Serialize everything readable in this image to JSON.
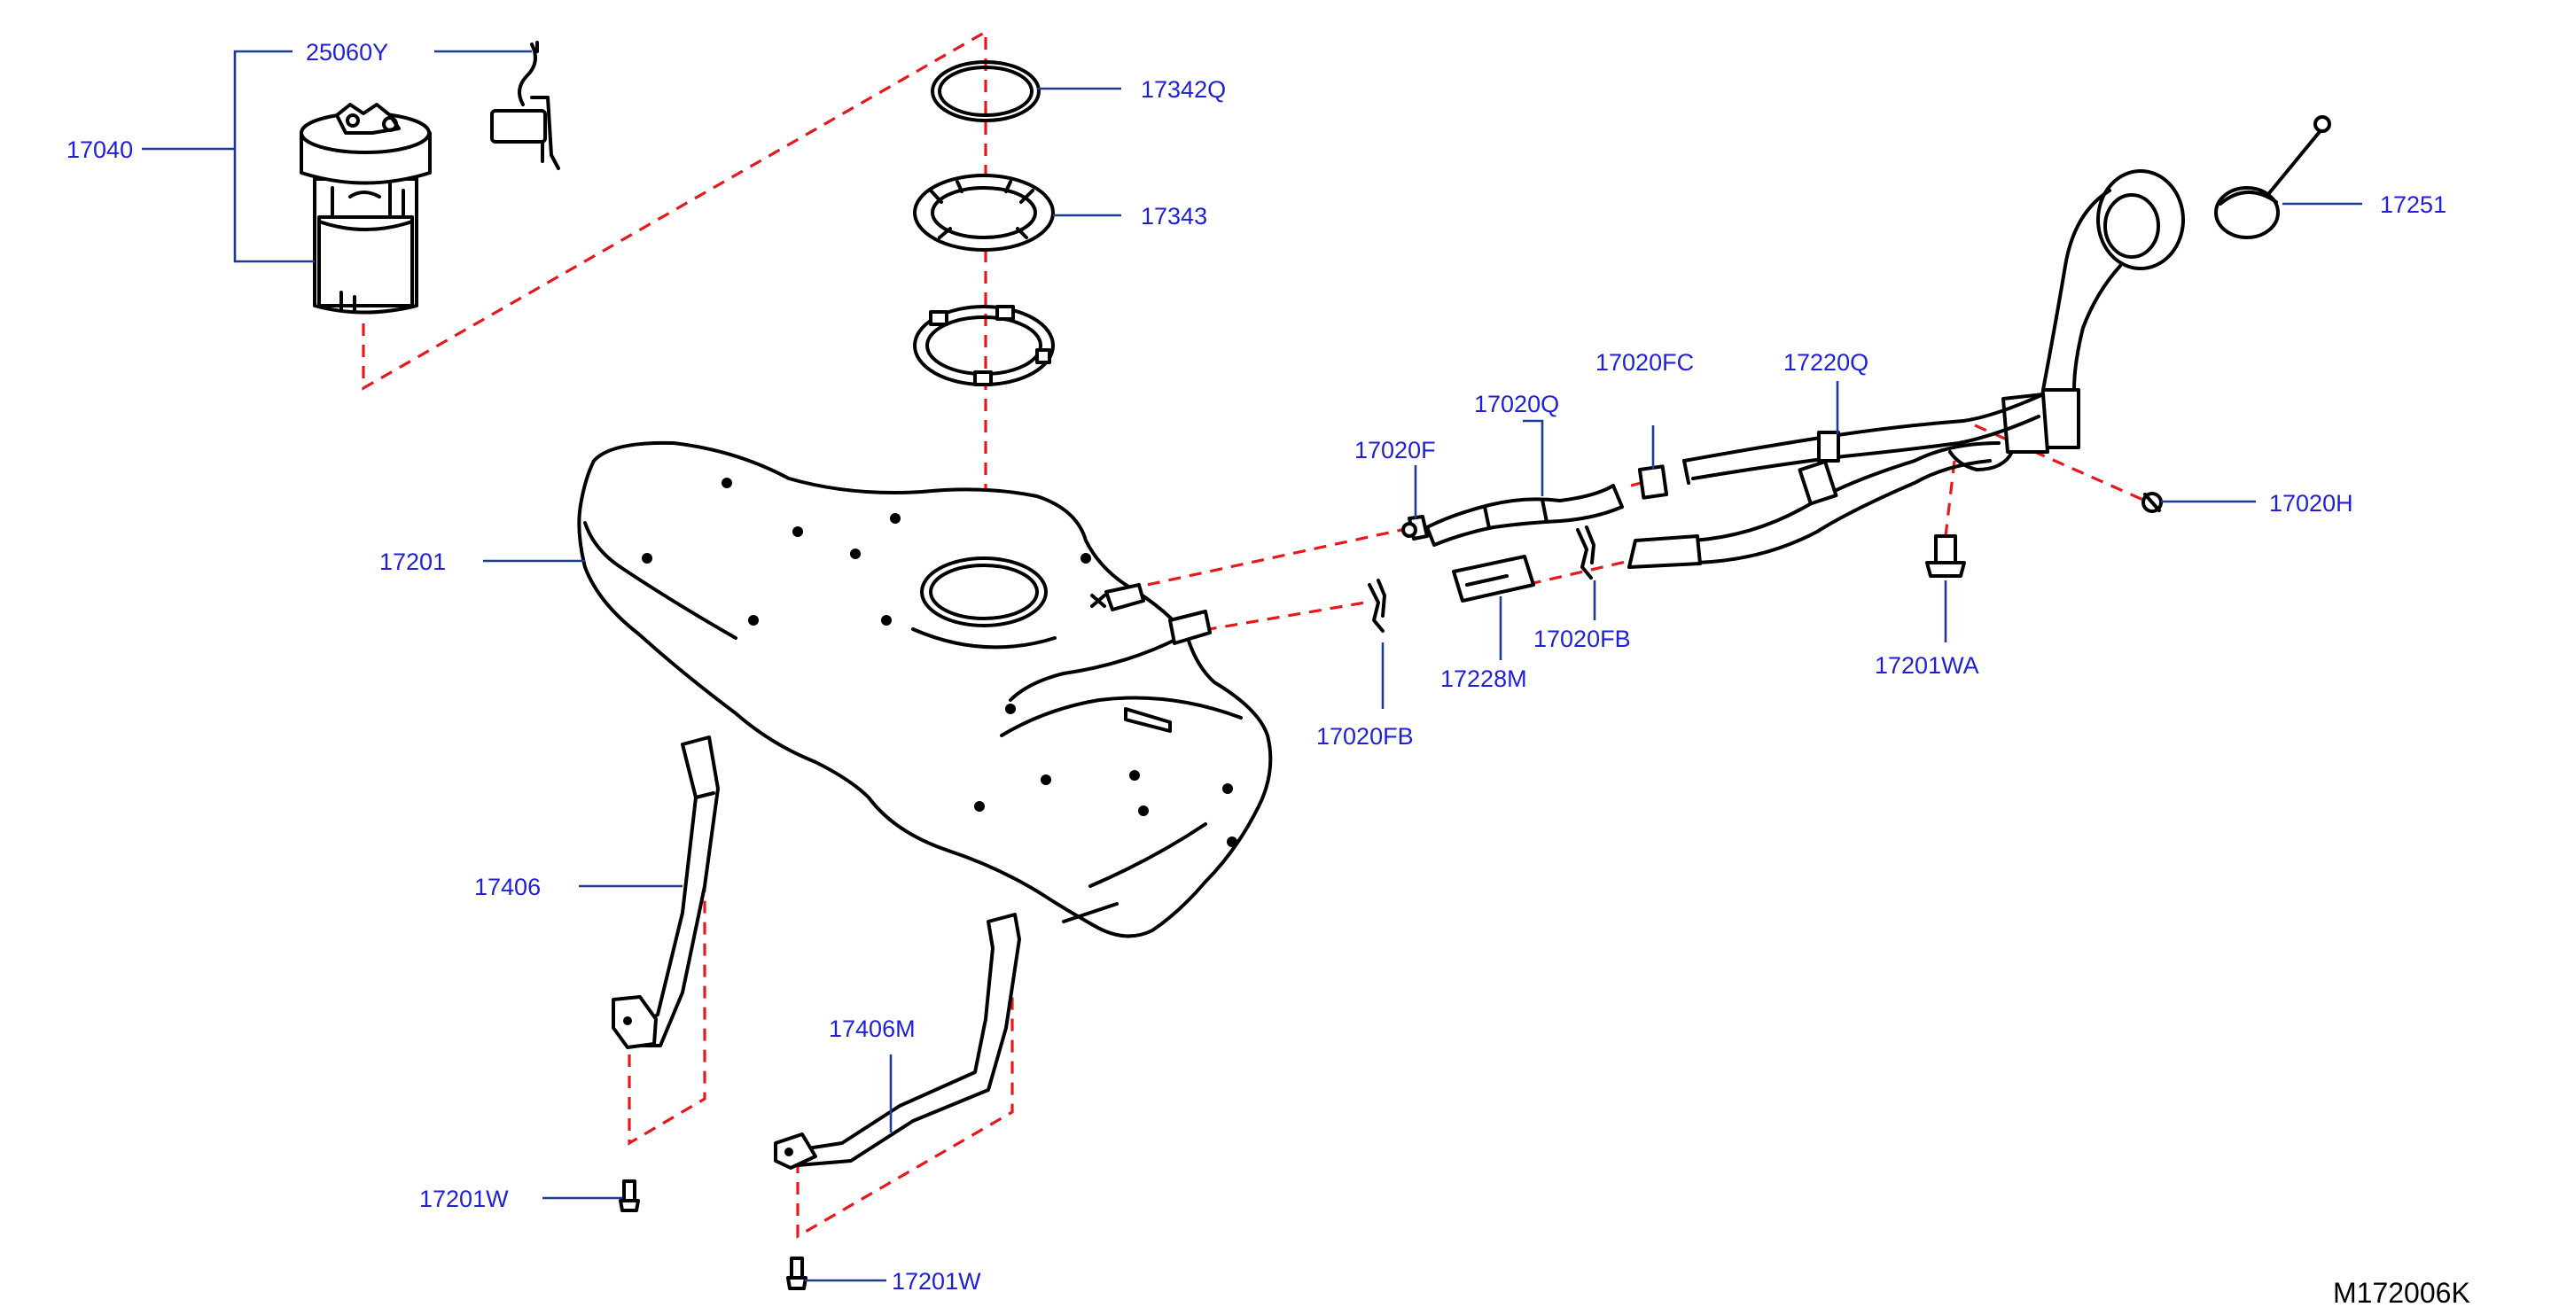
{
  "diagram": {
    "code": "M172006K",
    "colors": {
      "label": "#1f1fd6",
      "leader": "#1f3a93",
      "dash": "#e8171b",
      "line": "#000000"
    },
    "labels": [
      {
        "id": "l1",
        "text": "25060Y"
      },
      {
        "id": "l2",
        "text": "17040"
      },
      {
        "id": "l3",
        "text": "17342Q"
      },
      {
        "id": "l4",
        "text": "17343"
      },
      {
        "id": "l5",
        "text": "17251"
      },
      {
        "id": "l6",
        "text": "17020FC"
      },
      {
        "id": "l7",
        "text": "17220Q"
      },
      {
        "id": "l8",
        "text": "17020Q"
      },
      {
        "id": "l9",
        "text": "17020F"
      },
      {
        "id": "l10",
        "text": "17201"
      },
      {
        "id": "l11",
        "text": "17020H"
      },
      {
        "id": "l12",
        "text": "17020FB"
      },
      {
        "id": "l13",
        "text": "17228M"
      },
      {
        "id": "l14",
        "text": "17201WA"
      },
      {
        "id": "l15",
        "text": "17020FB"
      },
      {
        "id": "l16",
        "text": "17406"
      },
      {
        "id": "l17",
        "text": "17406M"
      },
      {
        "id": "l18",
        "text": "17201W"
      },
      {
        "id": "l19",
        "text": "17201W"
      }
    ]
  }
}
